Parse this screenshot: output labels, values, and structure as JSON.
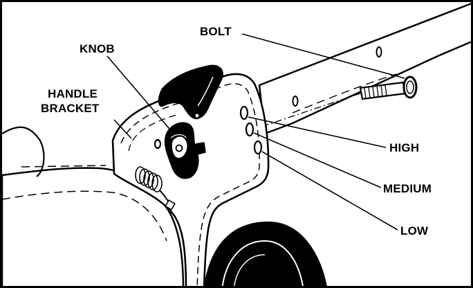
{
  "diagram": {
    "labels": {
      "bolt": "BOLT",
      "knob": "KNOB",
      "handle_bracket_line1": "HANDLE",
      "handle_bracket_line2": "BRACKET",
      "high": "HIGH",
      "medium": "MEDIUM",
      "low": "LOW"
    },
    "colors": {
      "line": "#000000",
      "background": "#ffffff"
    }
  }
}
